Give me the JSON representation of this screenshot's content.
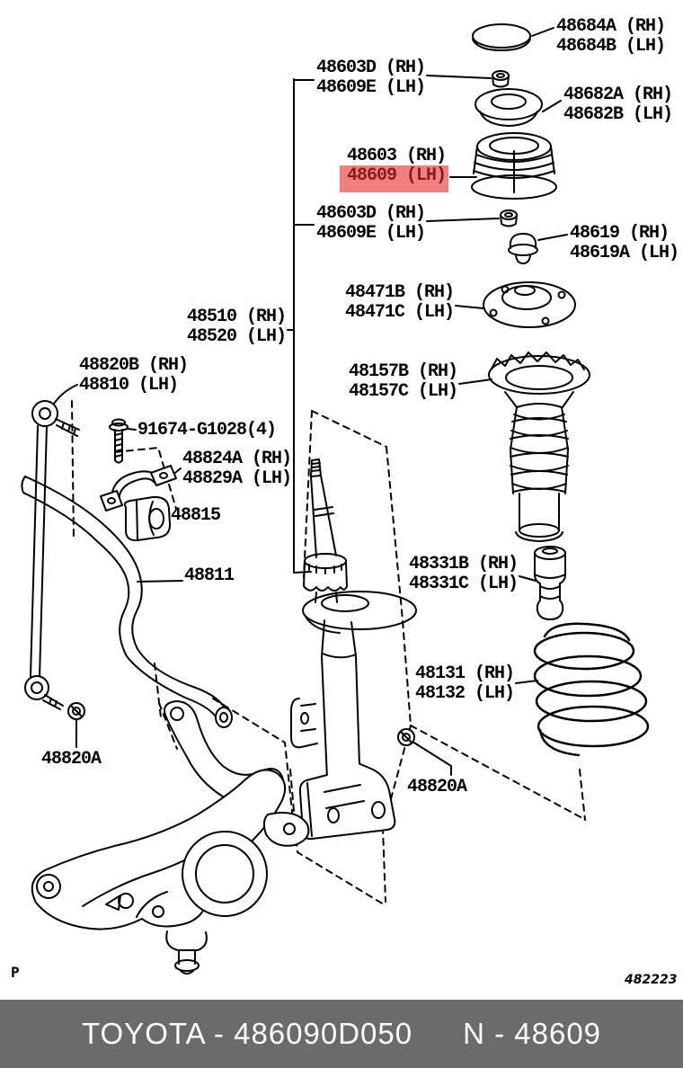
{
  "diagram": {
    "background": "#ffffff",
    "line_color": "#000000",
    "highlight": {
      "bg": "#f08080",
      "text": "#8b1a1a"
    },
    "labels": {
      "cap": {
        "line1": "48684A (RH)",
        "line2": "48684B (LH)"
      },
      "strut_nut_upper": {
        "line1": "48603D (RH)",
        "line2": "48609E (LH)"
      },
      "support_bearing": {
        "line1": "48682A (RH)",
        "line2": "48682B (LH)"
      },
      "dust_boot": {
        "line1": "48603 (RH)",
        "line2": "48609 (LH)"
      },
      "strut_nut_lower": {
        "line1": "48603D (RH)",
        "line2": "48609E (LH)"
      },
      "stopper": {
        "line1": "48619 (RH)",
        "line2": "48619A (LH)"
      },
      "suspension_support": {
        "line1": "48471B (RH)",
        "line2": "48471C (LH)"
      },
      "shock_absorber": {
        "line1": "48510 (RH)",
        "line2": "48520 (LH)"
      },
      "spring_seat": {
        "line1": "48157B (RH)",
        "line2": "48157C (LH)"
      },
      "stabilizer_link": {
        "line1": "48820B (RH)",
        "line2": "48810 (LH)"
      },
      "bracket_bolt": {
        "line1": "91674-G1028(4)"
      },
      "stabilizer_bracket": {
        "line1": "48824A (RH)",
        "line2": "48829A (LH)"
      },
      "stabilizer_bush": {
        "line1": "48815"
      },
      "stabilizer_bar": {
        "line1": "48811"
      },
      "spring_bumper": {
        "line1": "48331B (RH)",
        "line2": "48331C (LH)"
      },
      "coil_spring": {
        "line1": "48131 (RH)",
        "line2": "48132 (LH)"
      },
      "link_nut": {
        "line1": "48820A"
      },
      "strut_bottom_nut": {
        "line1": "48820A"
      }
    },
    "page_letter": "P",
    "figure_number": "482223"
  },
  "footer": {
    "bg": "#6b6b6b",
    "text_color": "#ffffff",
    "catalog_code": "TOYOTA - 486090D050",
    "part_group": "N - 48609"
  }
}
